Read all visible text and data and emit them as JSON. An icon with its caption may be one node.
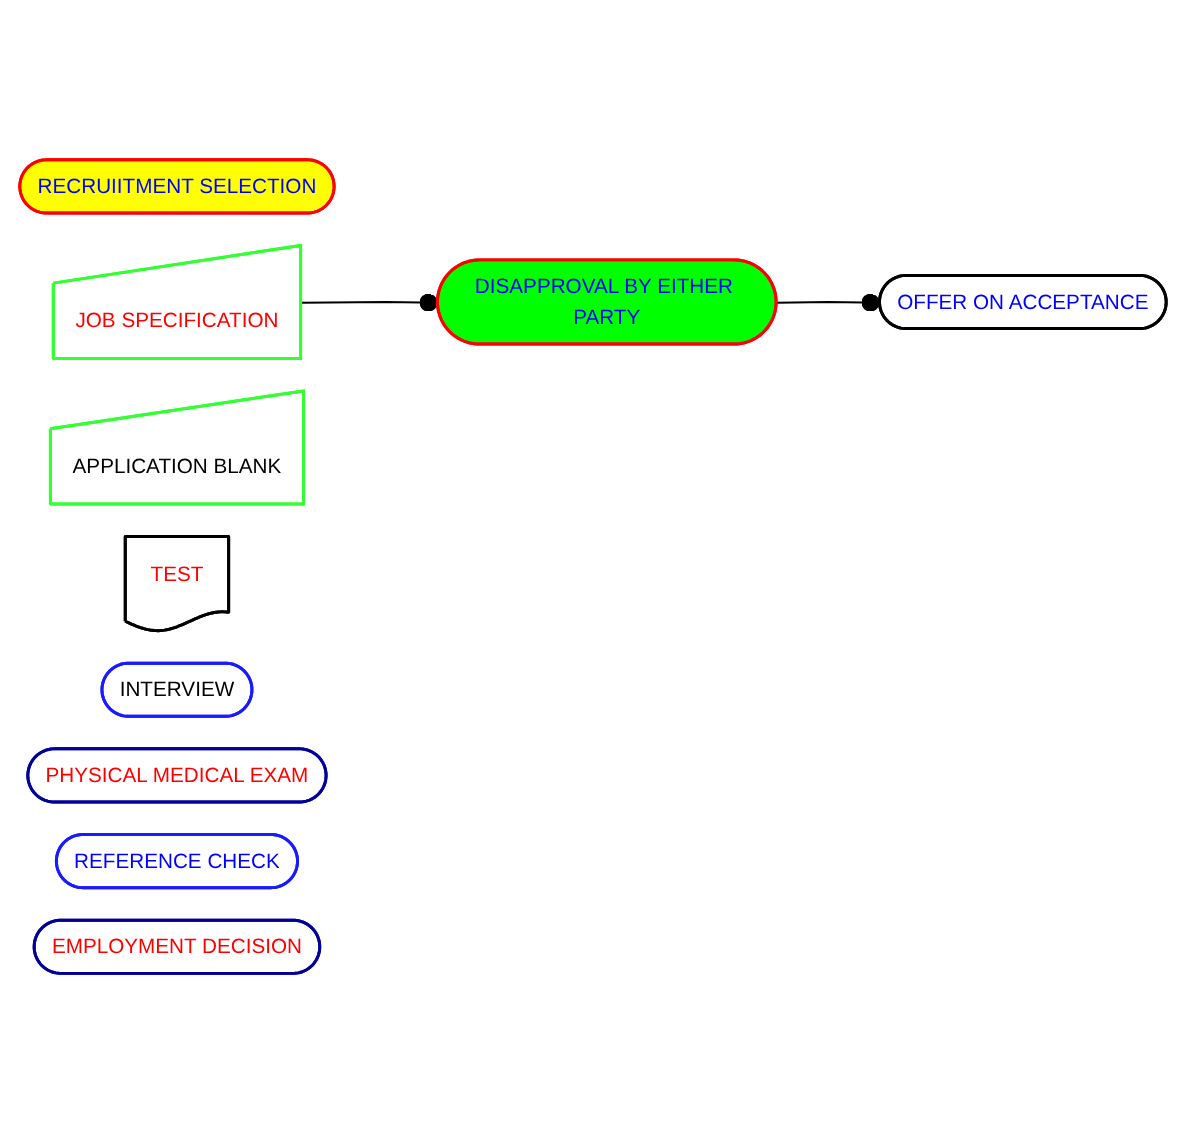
{
  "diagram": {
    "nodes": [
      {
        "text": [
          "RECRUIITMENT SELECTION"
        ]
      },
      {
        "text": [
          "JOB SPECIFICATION"
        ]
      },
      {
        "text": [
          "APPLICATION BLANK"
        ]
      },
      {
        "text": [
          "TEST"
        ]
      },
      {
        "text": [
          "INTERVIEW"
        ]
      },
      {
        "text": [
          "PHYSICAL MEDICAL EXAM"
        ]
      },
      {
        "text": [
          "REFERENCE CHECK"
        ]
      },
      {
        "text": [
          "EMPLOYMENT DECISION"
        ]
      },
      {
        "text": [
          "OFFER ON ACCEPTANCE"
        ]
      },
      {
        "text": [
          "DISAPPROVAL BY EITHER PARTY"
        ]
      }
    ],
    "edges": [
      {
        "from": 1,
        "to": 9,
        "arrow": "other"
      },
      {
        "from": 9,
        "to": 8,
        "arrow": "other"
      }
    ]
  }
}
